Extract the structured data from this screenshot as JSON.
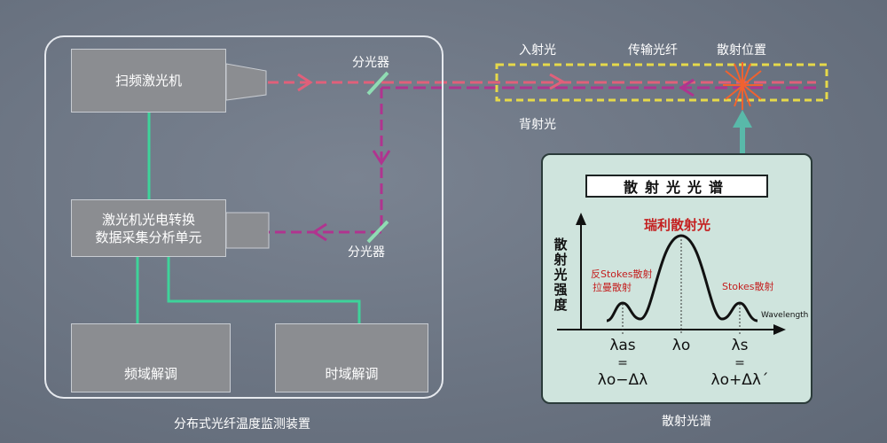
{
  "device": {
    "laser": "扫频激光机",
    "processor_line1": "激光机光电转换",
    "processor_line2": "数据采集分析单元",
    "freq_demod": "频域解调",
    "time_demod": "时域解调",
    "splitter_top": "分光器",
    "splitter_bottom": "分光器",
    "caption": "分布式光纤温度监测装置"
  },
  "fiber": {
    "incident": "入射光",
    "transmission": "传输光纤",
    "scatter_position": "散射位置",
    "backscatter": "背射光"
  },
  "spectrum": {
    "title": "散射光光谱",
    "ylabel": [
      "散",
      "射",
      "光",
      "强",
      "度"
    ],
    "rayleigh": "瑞利散射光",
    "antistokes_line1": "反Stokes散射",
    "antistokes_line2": "拉曼散射",
    "stokes": "Stokes散射",
    "xaxis": "Wavelength",
    "lambda_as": "λas",
    "lambda_o": "λo",
    "lambda_s": "λs",
    "eq": "=",
    "lambda_as_expr": "λo−Δλ",
    "lambda_s_expr": "λo+Δλ´",
    "caption": "散射光谱"
  },
  "colors": {
    "incident_arrow": "#e0607a",
    "return_arrow": "#b0348f",
    "connector": "#3ed39a",
    "fiber_box": "#e6d94a",
    "signal": "#c41f1f"
  }
}
